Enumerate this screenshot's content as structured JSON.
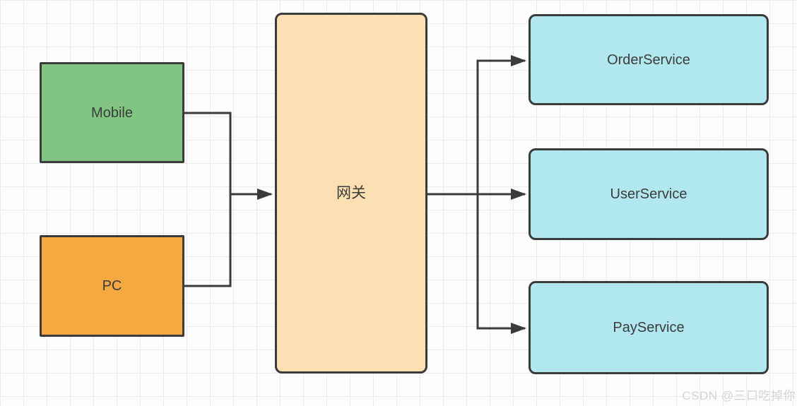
{
  "diagram": {
    "nodes": {
      "mobile": {
        "label": "Mobile",
        "fill": "#82c582",
        "border": "#3b3b3b"
      },
      "pc": {
        "label": "PC",
        "fill": "#f7a941",
        "border": "#3b3b3b"
      },
      "gateway": {
        "label": "网关",
        "fill": "#fcdfb2",
        "border": "#3b3b3b"
      },
      "order_service": {
        "label": "OrderService",
        "fill": "#b1e7ef",
        "border": "#3b3b3b"
      },
      "user_service": {
        "label": "UserService",
        "fill": "#b1e7ef",
        "border": "#3b3b3b"
      },
      "pay_service": {
        "label": "PayService",
        "fill": "#b1e7ef",
        "border": "#3b3b3b"
      }
    },
    "edges": [
      {
        "from": "Mobile",
        "to": "网关"
      },
      {
        "from": "PC",
        "to": "网关"
      },
      {
        "from": "网关",
        "to": "OrderService"
      },
      {
        "from": "网关",
        "to": "UserService"
      },
      {
        "from": "网关",
        "to": "PayService"
      }
    ],
    "line_color": "#3b3b3b",
    "grid_color": "#ececec",
    "background_color": "#fdfdfd"
  },
  "watermark": {
    "text": "CSDN @三口吃掉你",
    "color": "#d4d4d4"
  }
}
